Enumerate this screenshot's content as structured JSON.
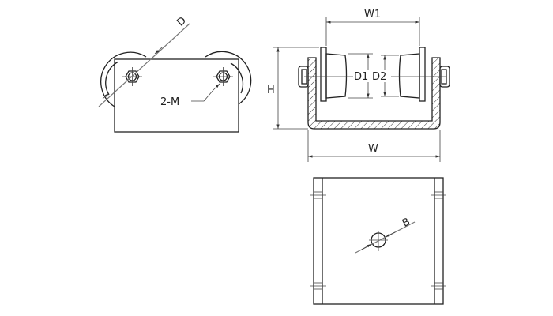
{
  "labels": {
    "d": "D",
    "two_m": "2-M",
    "w1": "W1",
    "h": "H",
    "d1": "D1",
    "d2": "D2",
    "w": "W",
    "b": "B"
  },
  "colors": {
    "line": "#222222",
    "background": "#ffffff"
  }
}
